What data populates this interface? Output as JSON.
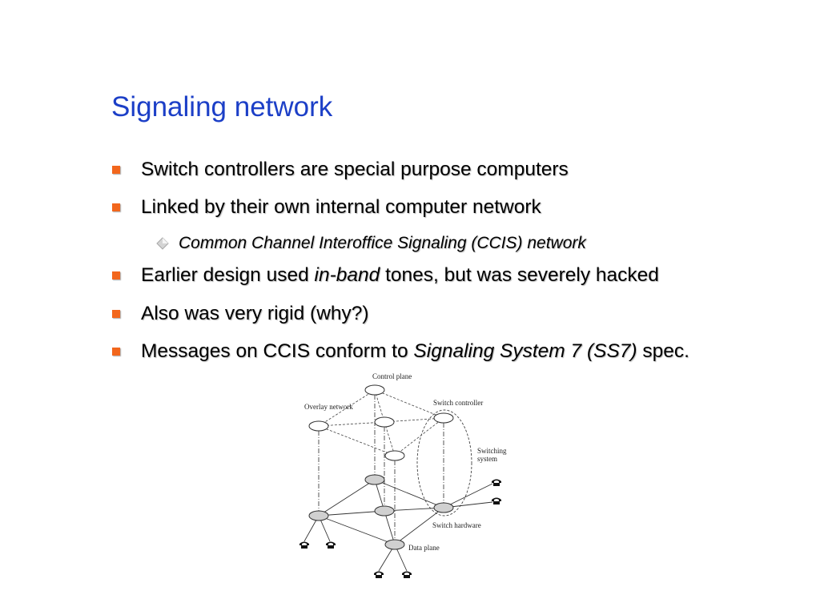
{
  "slide": {
    "title": "Signaling network",
    "bullets": [
      {
        "text": "Switch controllers are special purpose computers"
      },
      {
        "text": "Linked by their own internal computer network"
      },
      {
        "pre": "Earlier design used ",
        "em": "in-band",
        "post": " tones, but was severely hacked"
      },
      {
        "text": "Also was very rigid (why?)"
      },
      {
        "pre": "Messages on CCIS conform to ",
        "em": "Signaling System 7 (SS7)",
        "post": " spec."
      }
    ],
    "sub_bullet": "Common Channel Interoffice Signaling (CCIS) network"
  },
  "diagram": {
    "labels": {
      "control_plane": "Control plane",
      "overlay_network": "Overlay network",
      "switch_controller": "Switch controller",
      "switching_system_line1": "Switching",
      "switching_system_line2": "system",
      "switch_hardware": "Switch hardware",
      "data_plane": "Data plane"
    }
  },
  "colors": {
    "title": "#1c3fc7",
    "bullet_marker": "#f2661c",
    "sub_bullet_marker": "#c8c8c8"
  },
  "icons": {
    "bullet": "orange-square-icon",
    "sub_bullet": "gray-diamond-icon",
    "telephone": "telephone-icon"
  }
}
